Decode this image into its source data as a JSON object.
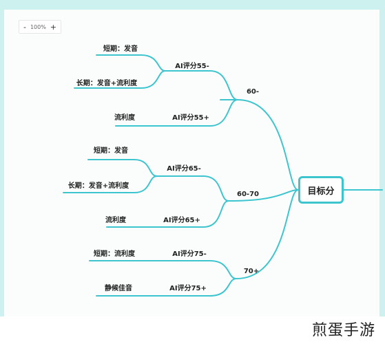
{
  "zoom": {
    "minus": "-",
    "value": "100%",
    "plus": "+"
  },
  "root": {
    "label": "目标分"
  },
  "branches": [
    {
      "label": "60-",
      "children": [
        {
          "label": "AI评分55-",
          "children": [
            {
              "label": "短期：发音"
            },
            {
              "label": "长期：发音+流利度"
            }
          ]
        },
        {
          "label": "AI评分55+",
          "children": [
            {
              "label": "流利度"
            }
          ]
        }
      ]
    },
    {
      "label": "60-70",
      "children": [
        {
          "label": "AI评分65-",
          "children": [
            {
              "label": "短期：发音"
            },
            {
              "label": "长期：发音+流利度"
            }
          ]
        },
        {
          "label": "AI评分65+",
          "children": [
            {
              "label": "流利度"
            }
          ]
        }
      ]
    },
    {
      "label": "70+",
      "children": [
        {
          "label": "AI评分75-",
          "children": [
            {
              "label": "短期：流利度"
            }
          ]
        },
        {
          "label": "AI评分75+",
          "children": [
            {
              "label": "静候佳音"
            }
          ]
        }
      ]
    }
  ],
  "watermark": "煎蛋手游",
  "colors": {
    "line": "#3cc5cf",
    "frame": "#cdf1ee"
  }
}
